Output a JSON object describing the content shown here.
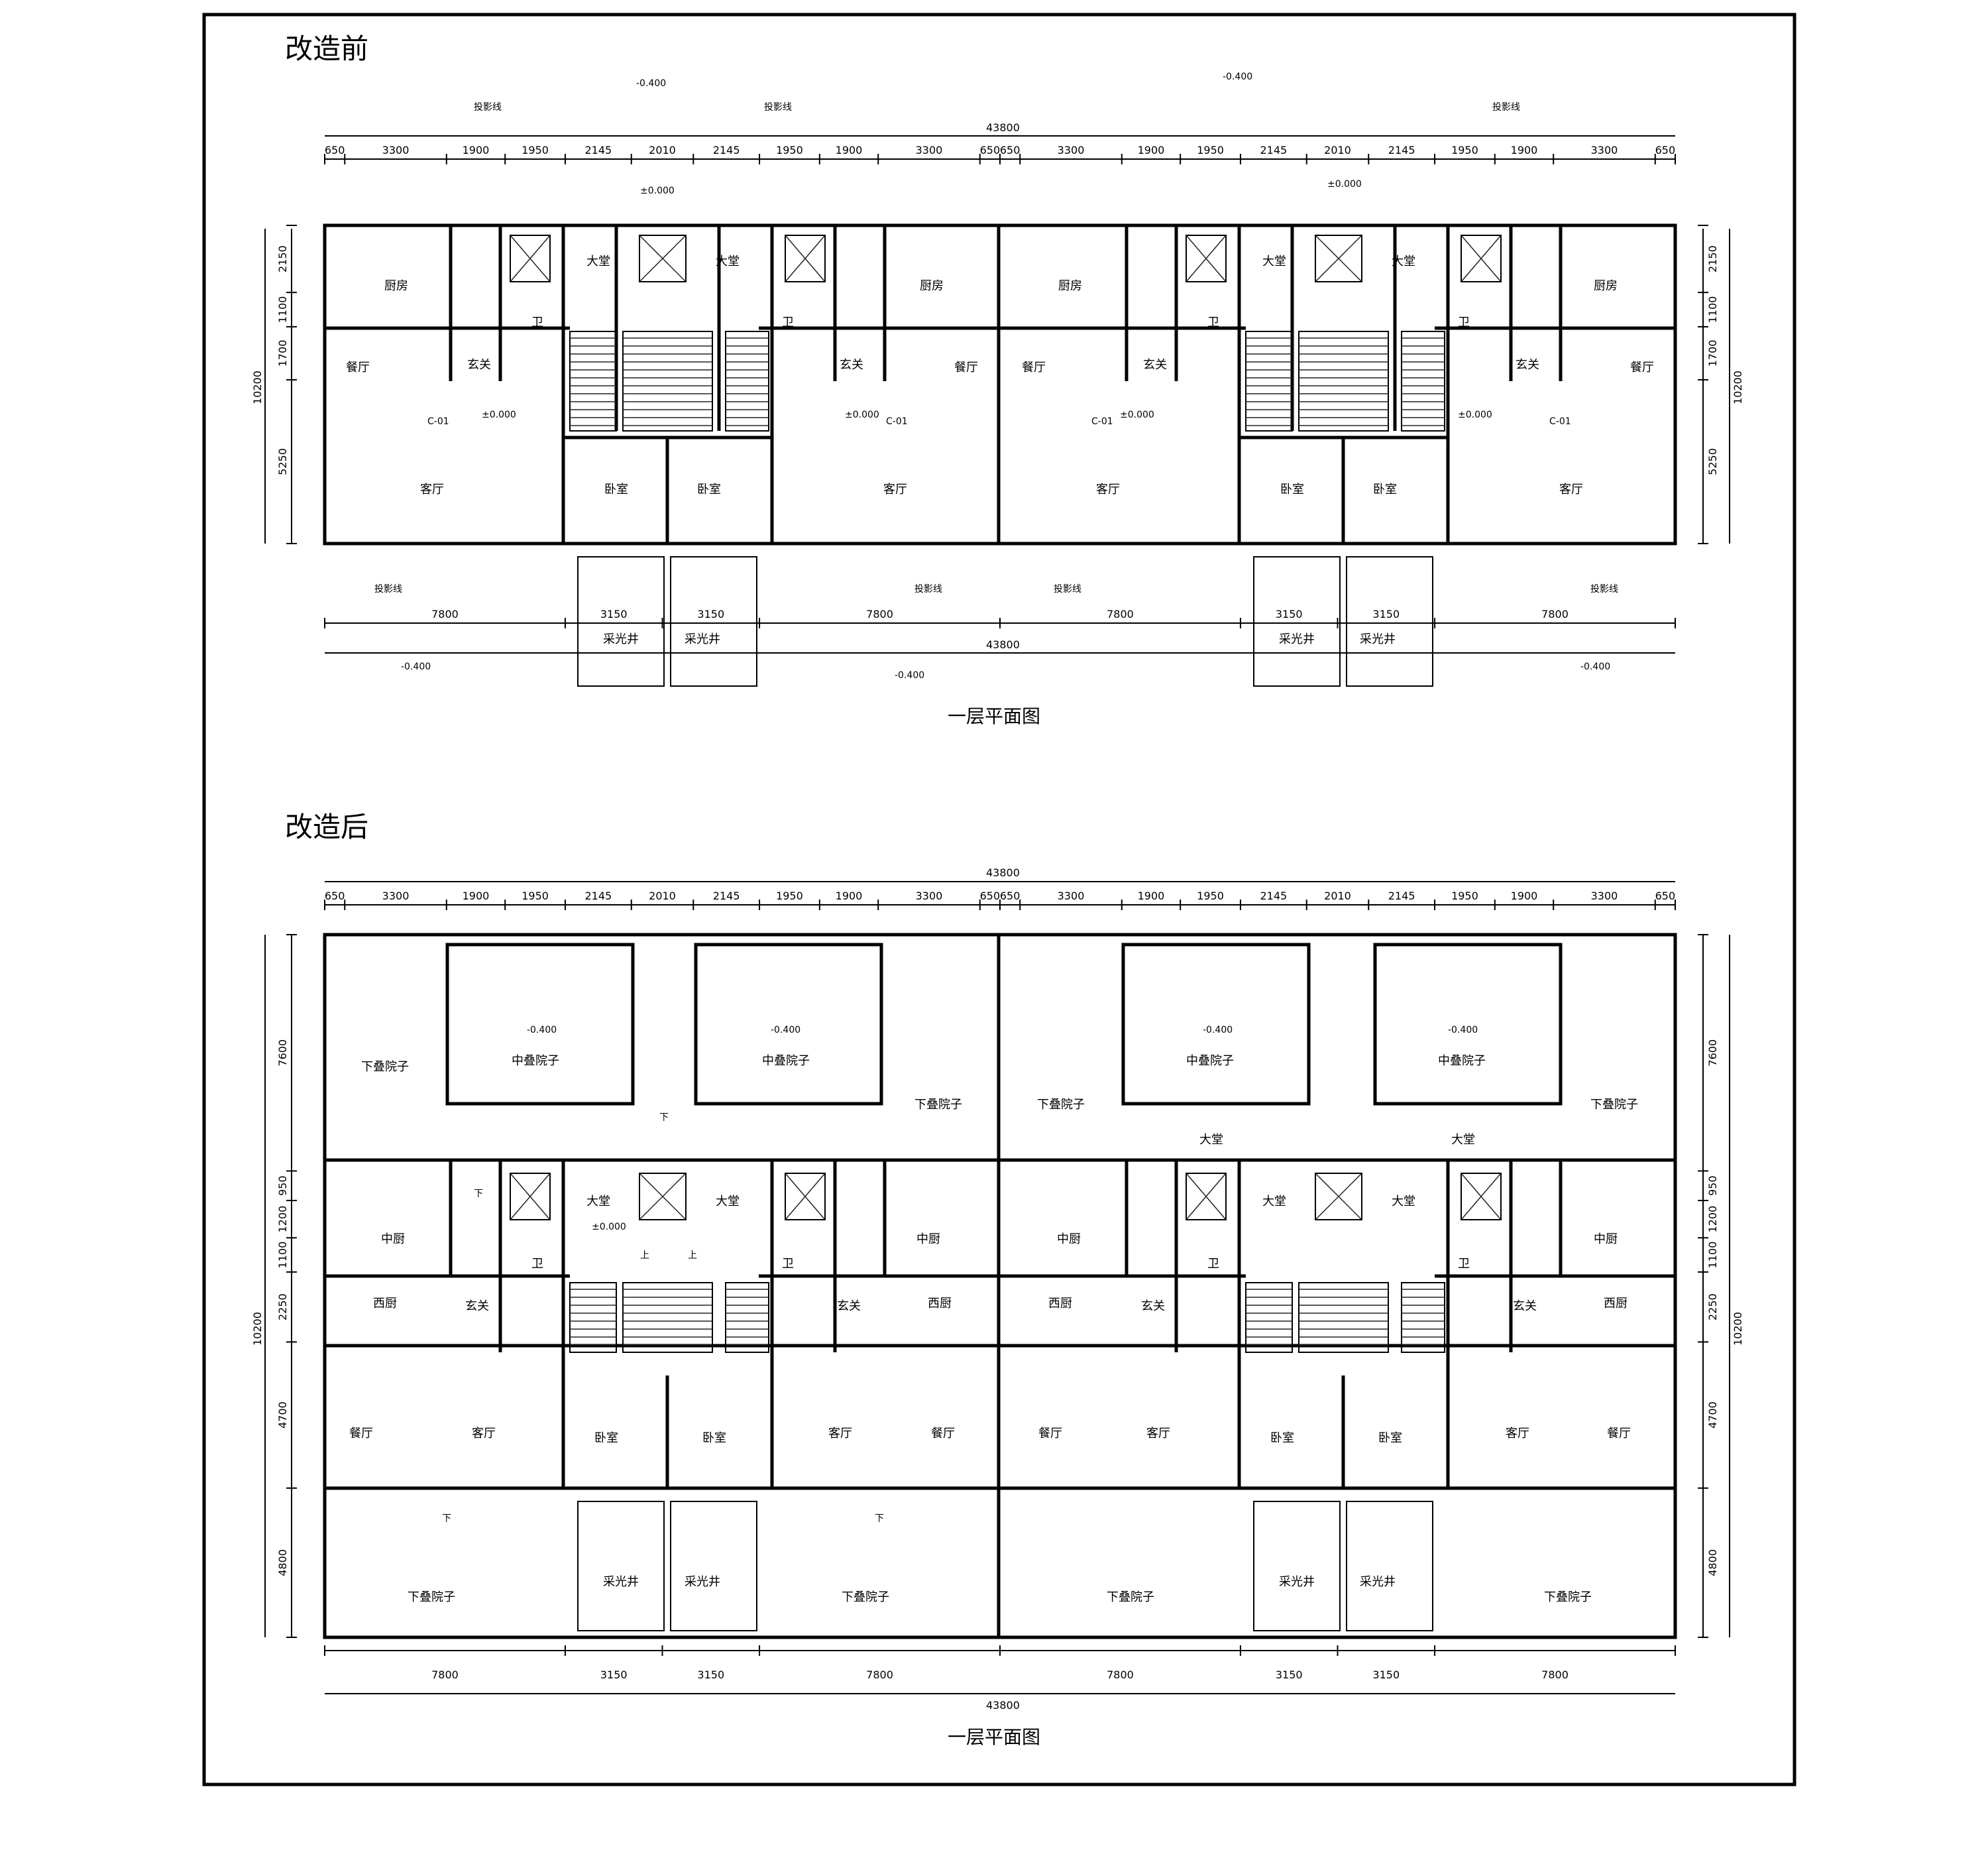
{
  "sections": {
    "before": {
      "heading": "改造前",
      "caption": "一层平面图",
      "top_dims": [
        "650",
        "3300",
        "1900",
        "1950",
        "2145",
        "2010",
        "2145",
        "1950",
        "1900",
        "3300",
        "650",
        "650",
        "3300",
        "1900",
        "1950",
        "2145",
        "2010",
        "2145",
        "1950",
        "1900",
        "3300",
        "650"
      ],
      "total_width": "43800",
      "left_dims": [
        "2150",
        "1100",
        "1700",
        "5250"
      ],
      "total_height": "10200",
      "right_dims": [
        "2150",
        "1100",
        "1700",
        "5250"
      ],
      "right_total_height": "10200",
      "bottom_dims": [
        "7800",
        "3150",
        "3150",
        "7800",
        "7800",
        "3150",
        "3150",
        "7800"
      ],
      "projection_label": "投影线",
      "levels": {
        "outside": "-0.400",
        "floor": "±0.000"
      },
      "room_labels": {
        "kitchen": "厨房",
        "dining": "餐厅",
        "living": "客厅",
        "bedroom": "卧室",
        "lobby": "大堂",
        "foyer": "玄关",
        "bath": "卫",
        "lightwell": "采光井",
        "unit_tag": "C-01"
      }
    },
    "after": {
      "heading": "改造后",
      "caption": "一层平面图",
      "top_dims": [
        "650",
        "3300",
        "1900",
        "1950",
        "2145",
        "2010",
        "2145",
        "1950",
        "1900",
        "3300",
        "650",
        "650",
        "3300",
        "1900",
        "1950",
        "2145",
        "2010",
        "2145",
        "1950",
        "1900",
        "3300",
        "650"
      ],
      "total_width": "43800",
      "left_dims": [
        "7600",
        "950",
        "1200",
        "1100",
        "2250",
        "4700",
        "4800"
      ],
      "total_height": "10200",
      "right_dims": [
        "7600",
        "950",
        "1200",
        "1100",
        "2250",
        "4700",
        "4800"
      ],
      "right_total_height": "10200",
      "bottom_dims": [
        "7800",
        "3150",
        "3150",
        "7800",
        "7800",
        "3150",
        "3150",
        "7800"
      ],
      "levels": {
        "yard": "-0.400",
        "floor": "±0.000"
      },
      "room_labels": {
        "lower_yard": "下叠院子",
        "mid_yard": "中叠院子",
        "chinese_kitchen": "中厨",
        "western_kitchen": "西厨",
        "dining": "餐厅",
        "living": "客厅",
        "bedroom": "卧室",
        "lobby": "大堂",
        "foyer": "玄关",
        "bath": "卫",
        "lightwell": "采光井",
        "down_arrow": "下",
        "up_arrow": "上"
      }
    }
  }
}
